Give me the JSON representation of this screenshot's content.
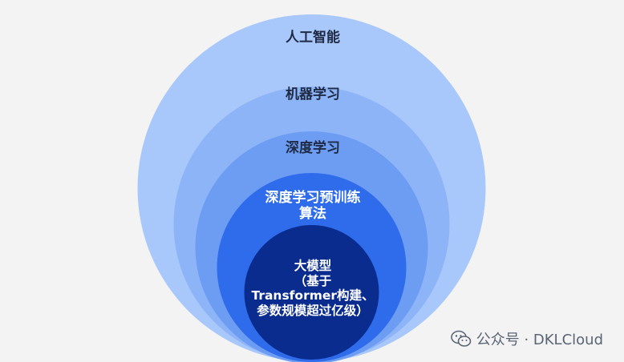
{
  "diagram": {
    "layers": [
      {
        "id": "ai",
        "lines": [
          "人工智能"
        ],
        "color": "#a8c7fb"
      },
      {
        "id": "ml",
        "lines": [
          "机器学习"
        ],
        "color": "#8db4f7"
      },
      {
        "id": "dl",
        "lines": [
          "深度学习"
        ],
        "color": "#6d9df3"
      },
      {
        "id": "pretrain",
        "lines": [
          "深度学习预训练",
          "算法"
        ],
        "color": "#2f6cec"
      },
      {
        "id": "bigmodel",
        "lines": [
          "大模型",
          "（基于",
          "Transformer构建、",
          "参数规模超过亿级）"
        ],
        "color": "#0a2c8e"
      }
    ]
  },
  "watermark": {
    "icon": "wechat-icon",
    "text": "公众号 · DKLCloud"
  }
}
